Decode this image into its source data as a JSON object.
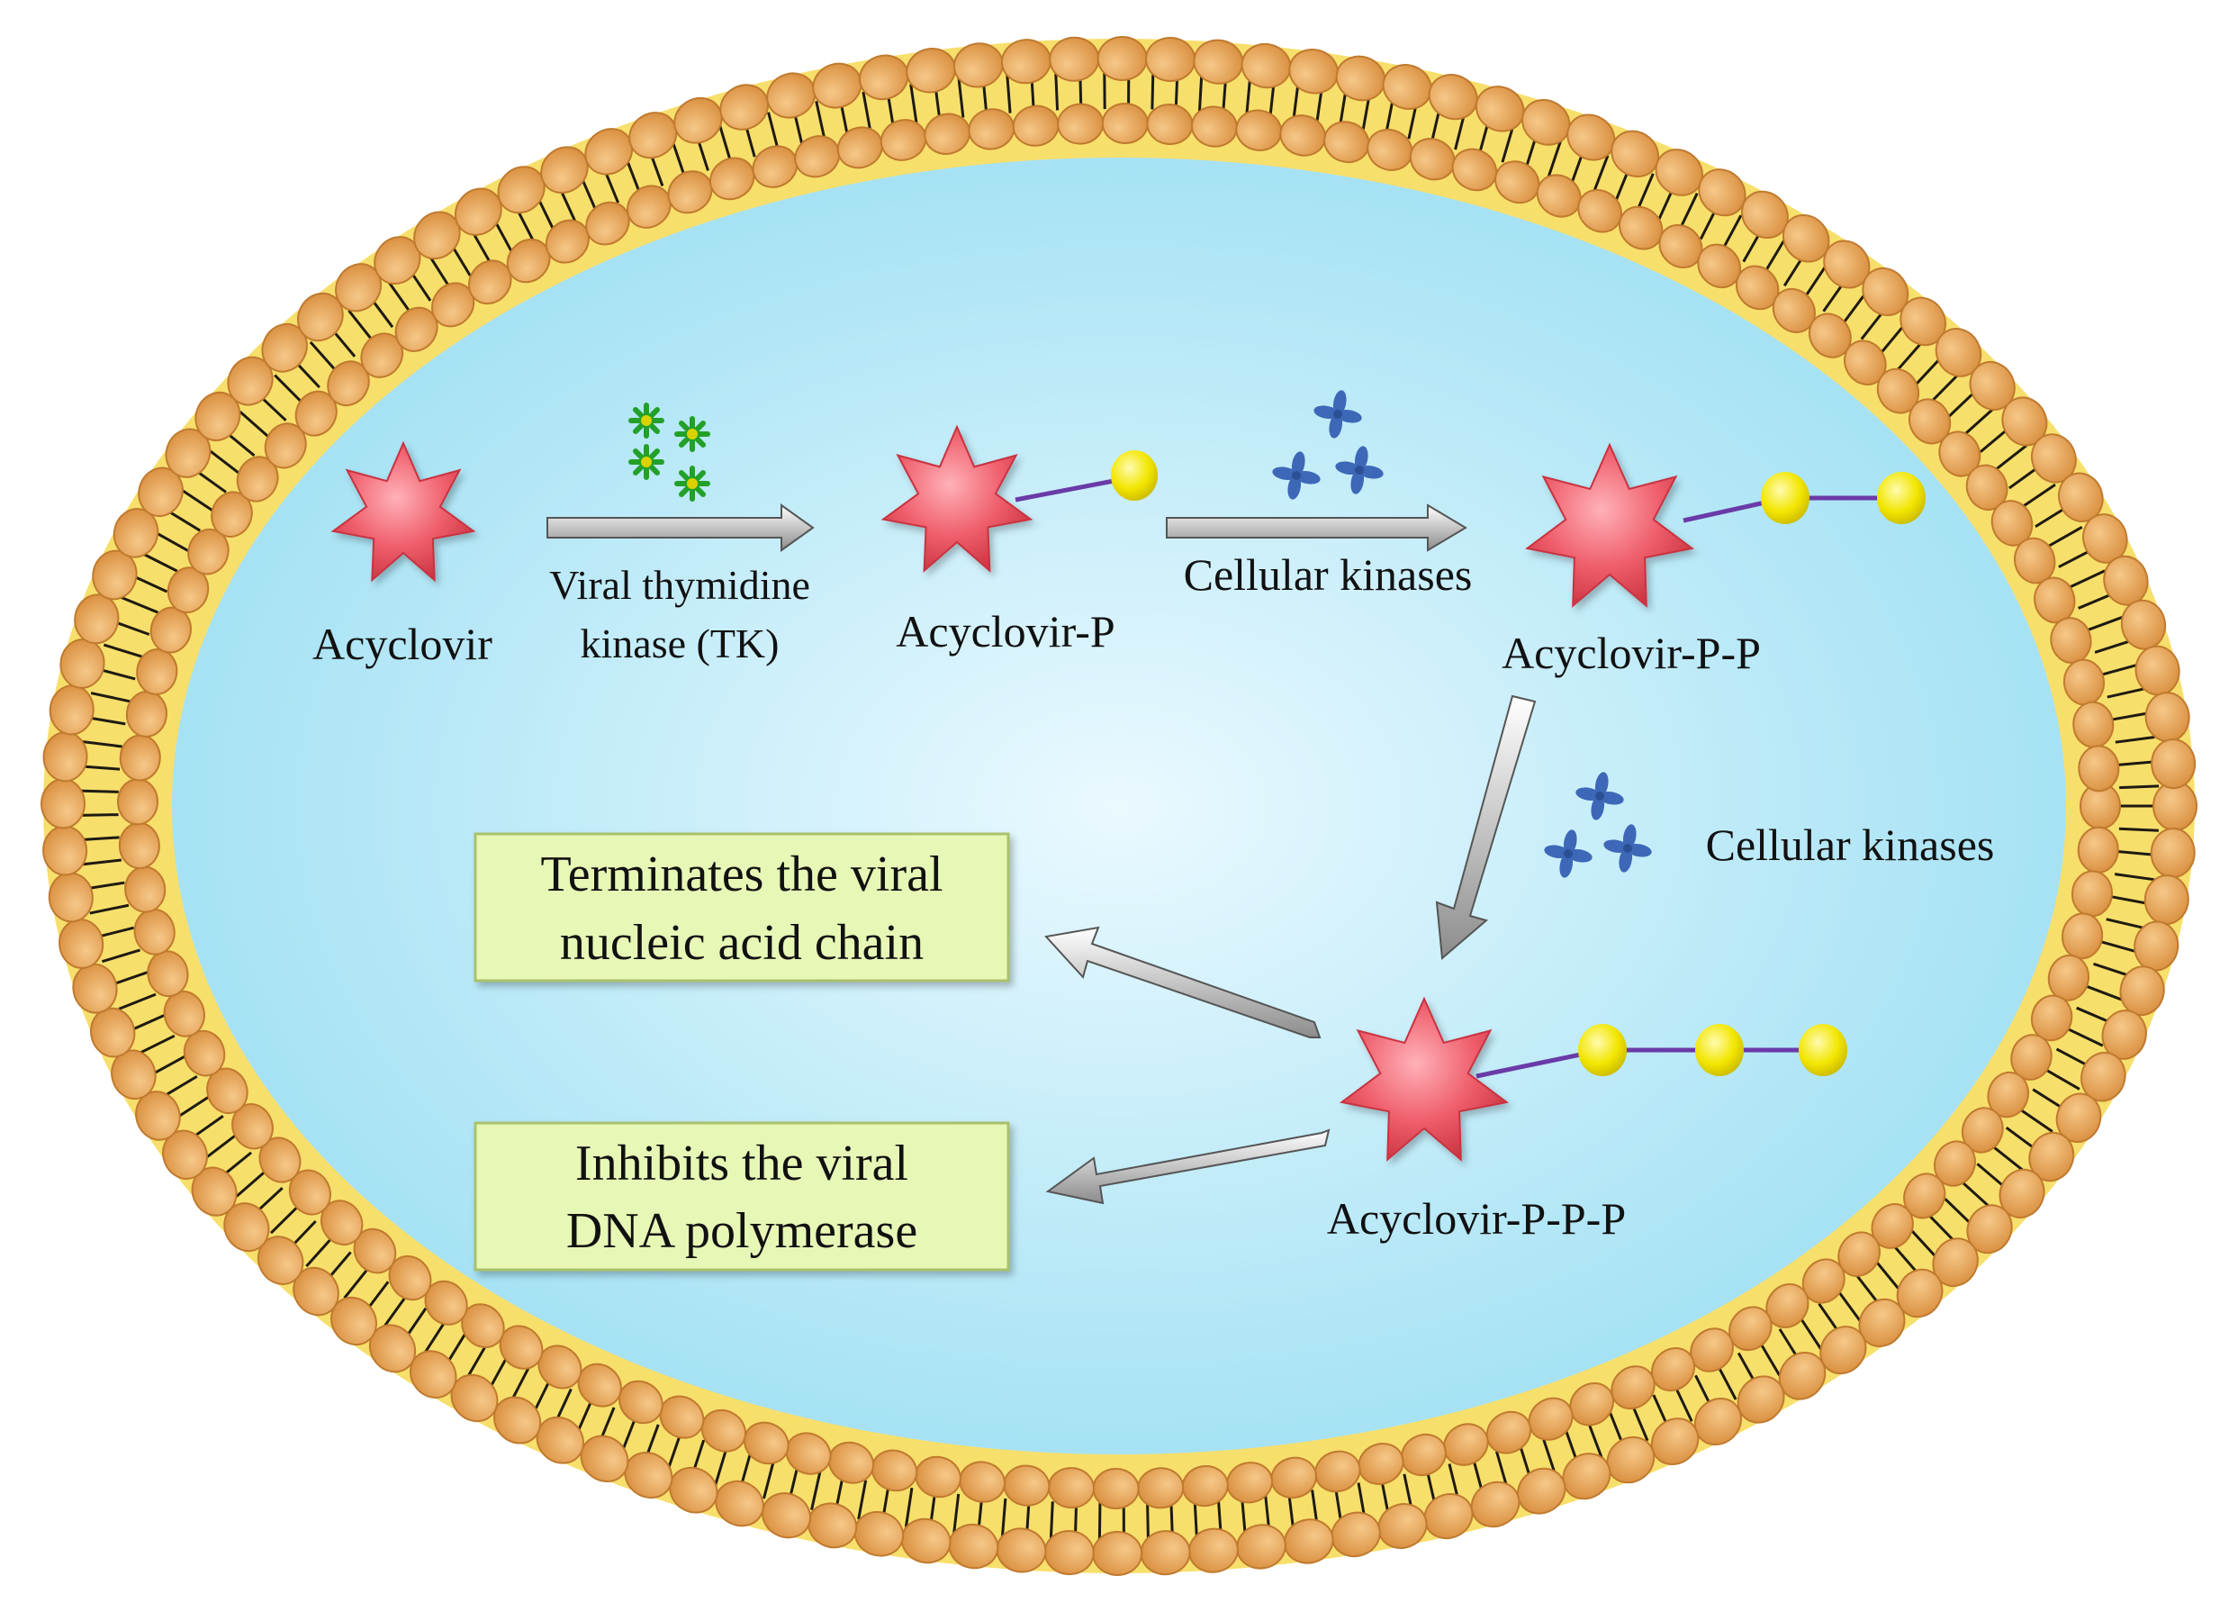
{
  "colors": {
    "cytoplasm_center": "#eaf9ff",
    "cytoplasm_edge": "#9fe0f3",
    "phospholipid_head": "#e5a558",
    "phospholipid_head_stroke": "#c07a2e",
    "phospholipid_tail": "#1e1a12",
    "membrane_band": "#f7df6c",
    "drug_star": "#ef5f6c",
    "phosphate": "#f2e600",
    "phosphate_link": "#6a3aa8",
    "tk_enzyme": "#22a02a",
    "cellular_kinase": "#3d68b8",
    "arrow_fill": "#c8c8c8",
    "box_fill": "#e7f7b6",
    "box_stroke": "#a9c26a"
  },
  "diagram": {
    "nodes": {
      "acyclovir": "Acyclovir",
      "acyclovir_p": "Acyclovir-P",
      "acyclovir_pp": "Acyclovir-P-P",
      "acyclovir_ppp": "Acyclovir-P-P-P"
    },
    "enzymes": {
      "viral_tk_line1": "Viral thymidine",
      "viral_tk_line2": "kinase (TK)",
      "cellular_kinases_1": "Cellular kinases",
      "cellular_kinases_2": "Cellular kinases"
    },
    "effects": {
      "terminates_line1": "Terminates the viral",
      "terminates_line2": "nucleic acid chain",
      "inhibits_line1": "Inhibits the viral",
      "inhibits_line2": "DNA polymerase"
    }
  }
}
